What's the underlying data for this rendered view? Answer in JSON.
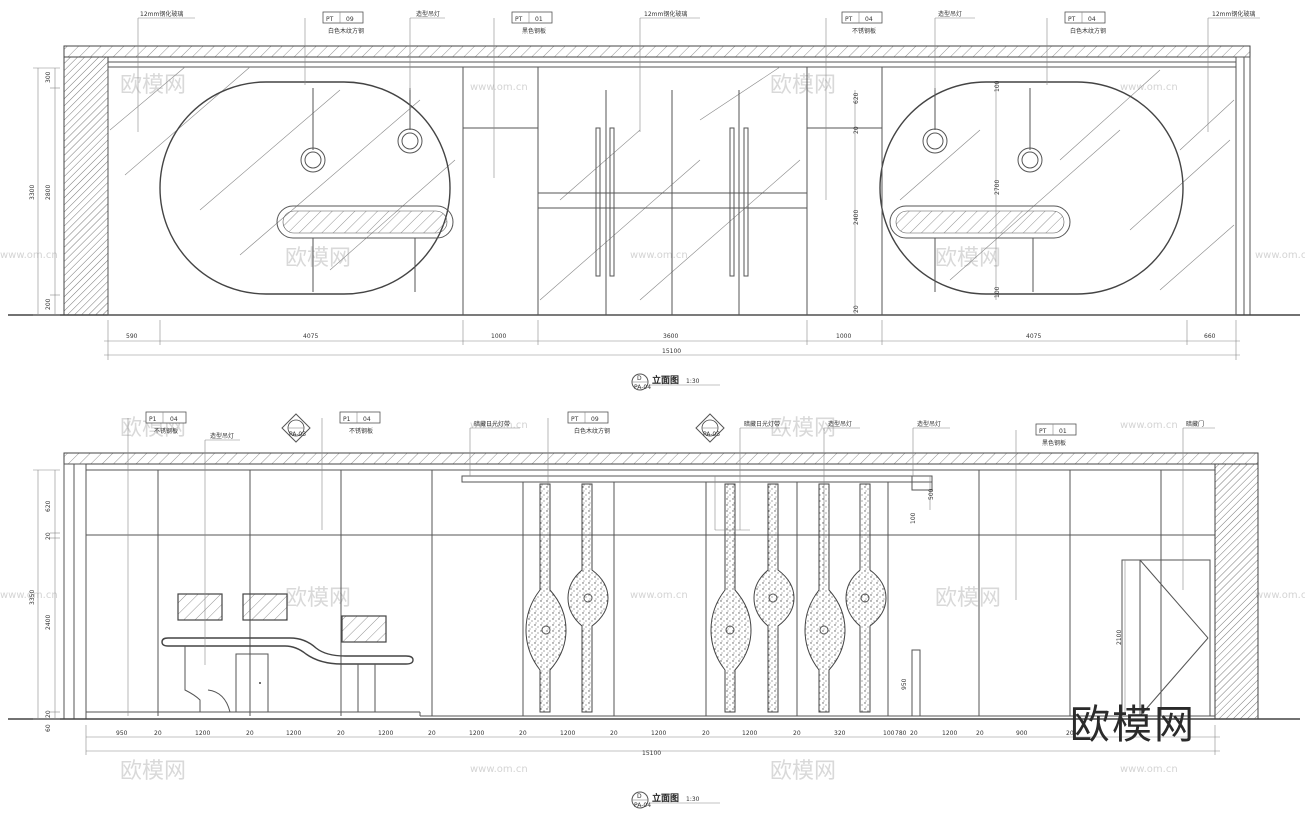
{
  "elevation_top": {
    "callouts": [
      {
        "text": "12mm钢化玻璃"
      },
      {
        "code": "PT",
        "num": "09",
        "text": "白色木纹方钢"
      },
      {
        "text": "造型吊灯"
      },
      {
        "code": "PT",
        "num": "01",
        "text": "黑色钢板"
      },
      {
        "text": "12mm钢化玻璃"
      },
      {
        "code": "PT",
        "num": "04",
        "text": "不锈钢板"
      },
      {
        "text": "造型吊灯"
      },
      {
        "code": "PT",
        "num": "04",
        "text": "白色木纹方钢"
      },
      {
        "text": "12mm钢化玻璃"
      }
    ],
    "dims_bottom": [
      "590",
      "4075",
      "1000",
      "3600",
      "1000",
      "4075",
      "660"
    ],
    "total": "15100",
    "dims_left": [
      "300",
      "2800",
      "200"
    ],
    "dims_left_total": "3300",
    "dims_inner_a": [
      "620",
      "20",
      "2400",
      "20"
    ],
    "dims_inner_b": [
      "100",
      "2700",
      "100"
    ],
    "title": "立面图",
    "scale": "1:30",
    "symbol_letter": "D",
    "symbol_sub": "PA-04"
  },
  "elevation_bottom": {
    "callouts": [
      {
        "code": "P1",
        "num": "04",
        "text": "不锈钢板"
      },
      {
        "text": "造型吊灯"
      },
      {
        "code": "P1",
        "num": "04",
        "text": "不锈钢板"
      },
      {
        "text": "暗藏日光灯带"
      },
      {
        "code": "PT",
        "num": "09",
        "text": "白色木纹方钢"
      },
      {
        "text": "暗藏日光灯带"
      },
      {
        "text": "造型吊灯"
      },
      {
        "text": "造型吊灯"
      },
      {
        "code": "PT",
        "num": "01",
        "text": "黑色钢板"
      },
      {
        "text": "暗藏门"
      }
    ],
    "dims_bottom": [
      "950",
      "20",
      "1200",
      "20",
      "1200",
      "20",
      "1200",
      "20",
      "1200",
      "20",
      "1200",
      "20",
      "1200",
      "20",
      "1200",
      "20",
      "320",
      "100",
      "780",
      "20",
      "1200",
      "20",
      "900",
      "20"
    ],
    "total": "15100",
    "dims_left": [
      "620",
      "20",
      "2400",
      "20",
      "60"
    ],
    "dims_left_total": "3350",
    "dims_misc": [
      "500",
      "100",
      "950",
      "2100"
    ],
    "title": "立面图",
    "scale": "1:30",
    "symbol_letter": "D",
    "symbol_sub": "PA-04",
    "section_marks": [
      {
        "label": "PA-03"
      },
      {
        "label": "PA-03"
      }
    ]
  },
  "watermark": {
    "brand": "欧模网",
    "url": "www.om.cn",
    "logo": "欧模网"
  }
}
